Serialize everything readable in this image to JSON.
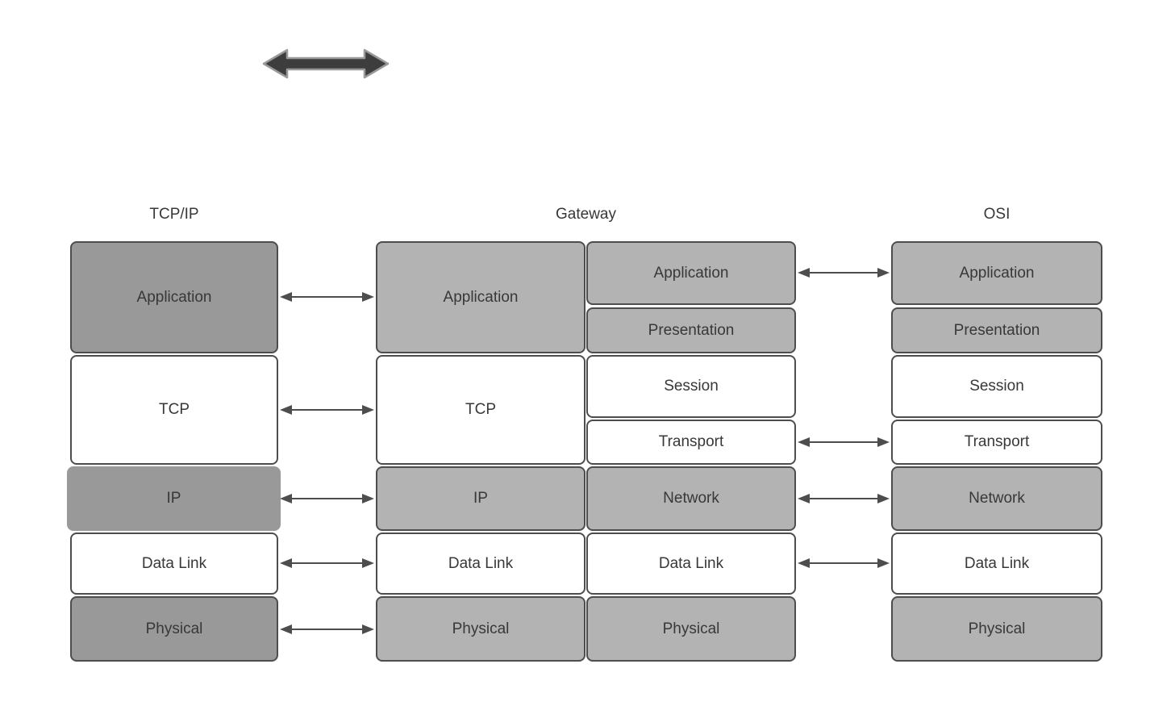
{
  "colors": {
    "background": "#ffffff",
    "box_border": "#4d4d4d",
    "dark_gray_fill": "#999999",
    "light_gray_fill": "#b3b3b3",
    "white_fill": "#ffffff",
    "text": "#383838",
    "arrow": "#4d4d4d",
    "top_arrow_fill": "#3d3d3d",
    "top_arrow_stroke": "#999999"
  },
  "decorations": {
    "top_arrow_icon": "thick-bidirectional-arrow"
  },
  "columns": {
    "tcpip": {
      "title": "TCP/IP",
      "layers": [
        "Application",
        "TCP",
        "IP",
        "Data Link",
        "Physical"
      ]
    },
    "gateway": {
      "title": "Gateway",
      "left_stack": [
        "Application",
        "TCP",
        "IP",
        "Data Link",
        "Physical"
      ],
      "right_stack": [
        "Application",
        "Presentation",
        "Session",
        "Transport",
        "Network",
        "Data Link",
        "Physical"
      ]
    },
    "osi": {
      "title": "OSI",
      "layers": [
        "Application",
        "Presentation",
        "Session",
        "Transport",
        "Network",
        "Data Link",
        "Physical"
      ]
    }
  }
}
